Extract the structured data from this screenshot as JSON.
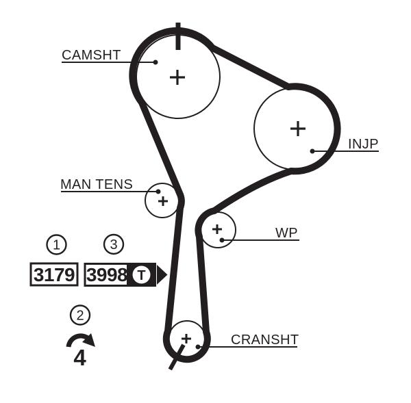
{
  "diagram": {
    "title": "timing-belt-routing-diagram",
    "colors": {
      "ink": "#231f20",
      "background": "#ffffff"
    },
    "pulleys": {
      "camshaft": {
        "label": "CAMSHT"
      },
      "injection_pump": {
        "label": "INJP"
      },
      "manual_tensioner": {
        "label": "MAN TENS"
      },
      "water_pump": {
        "label": "WP"
      },
      "crankshaft": {
        "label": "CRANSHT"
      }
    },
    "callouts": {
      "item1": {
        "number": "1",
        "part_code": "3179"
      },
      "item2": {
        "number": "2",
        "turns": "4"
      },
      "item3": {
        "number": "3",
        "part_code": "3998",
        "logo_letter": "T"
      }
    }
  }
}
